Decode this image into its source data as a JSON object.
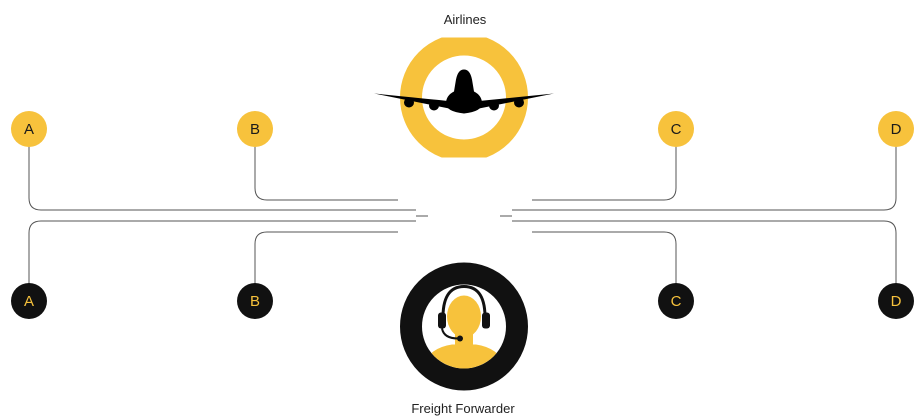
{
  "top_node": {
    "label": "Airlines",
    "icon": "airplane-icon",
    "ring_color": "#f7c23c"
  },
  "bottom_node": {
    "label": "Freight Forwarder",
    "icon": "headset-agent-icon",
    "ring_color": "#111111",
    "figure_color": "#f7c23c"
  },
  "top_badges": [
    "A",
    "B",
    "C",
    "D"
  ],
  "bottom_badges": [
    "A",
    "B",
    "C",
    "D"
  ],
  "colors": {
    "accent": "#f7c23c",
    "dark": "#111111",
    "line": "#555555"
  }
}
